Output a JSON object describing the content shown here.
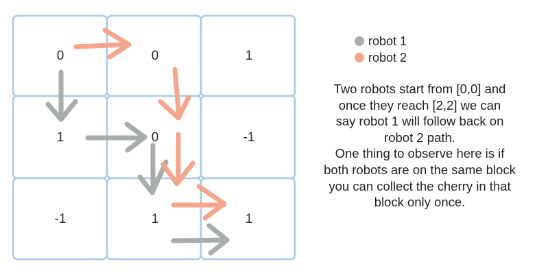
{
  "grid": {
    "rows": [
      [
        "0",
        "0",
        "1"
      ],
      [
        "1",
        "0",
        "-1"
      ],
      [
        "-1",
        "1",
        "1"
      ]
    ]
  },
  "legend": {
    "items": [
      {
        "label": "robot 1",
        "color": "#a6adab"
      },
      {
        "label": "robot 2",
        "color": "#f3a58d"
      }
    ]
  },
  "description": {
    "lines": [
      "Two robots start from [0,0] and",
      "once they reach [2,2] we can",
      "say robot 1 will follow back on",
      "robot 2 path.",
      "One thing to observe here is if",
      "both robots are on the same block",
      "you can collect the cherry in that",
      "block only once."
    ]
  },
  "colors": {
    "robot1": "#a6adab",
    "robot2": "#f3a58d",
    "grid_border": "#a9c9e6"
  },
  "paths": {
    "robot1": [
      "down",
      "right",
      "down",
      "right"
    ],
    "robot2": [
      "right",
      "down",
      "down",
      "right"
    ]
  }
}
